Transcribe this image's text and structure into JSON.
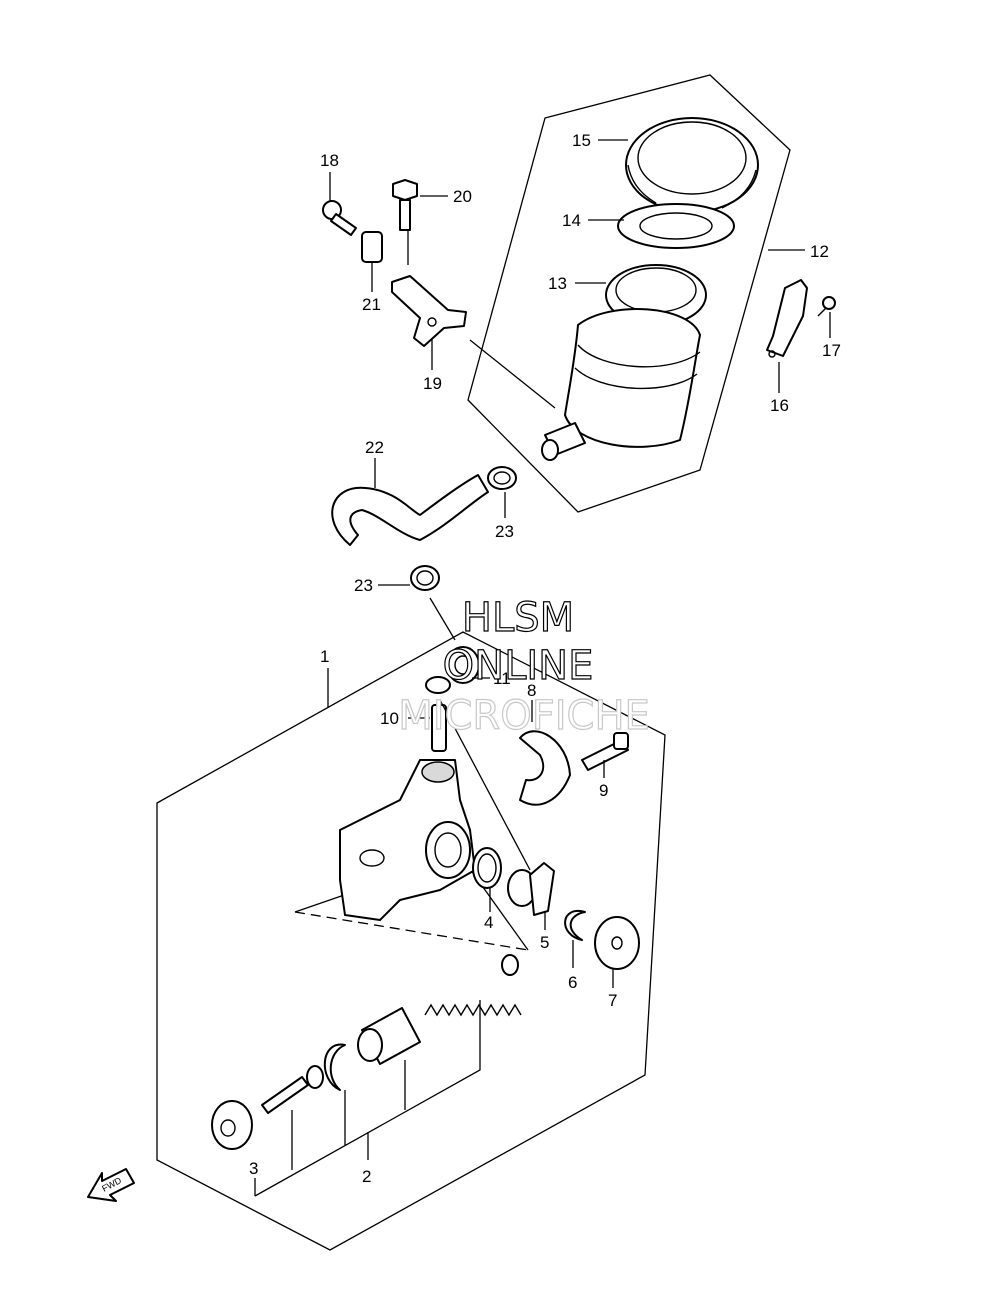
{
  "callouts": [
    "1",
    "2",
    "3",
    "4",
    "5",
    "6",
    "7",
    "8",
    "9",
    "10",
    "11",
    "12",
    "13",
    "14",
    "15",
    "16",
    "17",
    "18",
    "19",
    "20",
    "21",
    "22",
    "23",
    "23"
  ],
  "fwd_label": "FWD",
  "watermark": {
    "line1": "HLSM",
    "line2": "ONLINE",
    "line3": "MICROFICHE"
  }
}
